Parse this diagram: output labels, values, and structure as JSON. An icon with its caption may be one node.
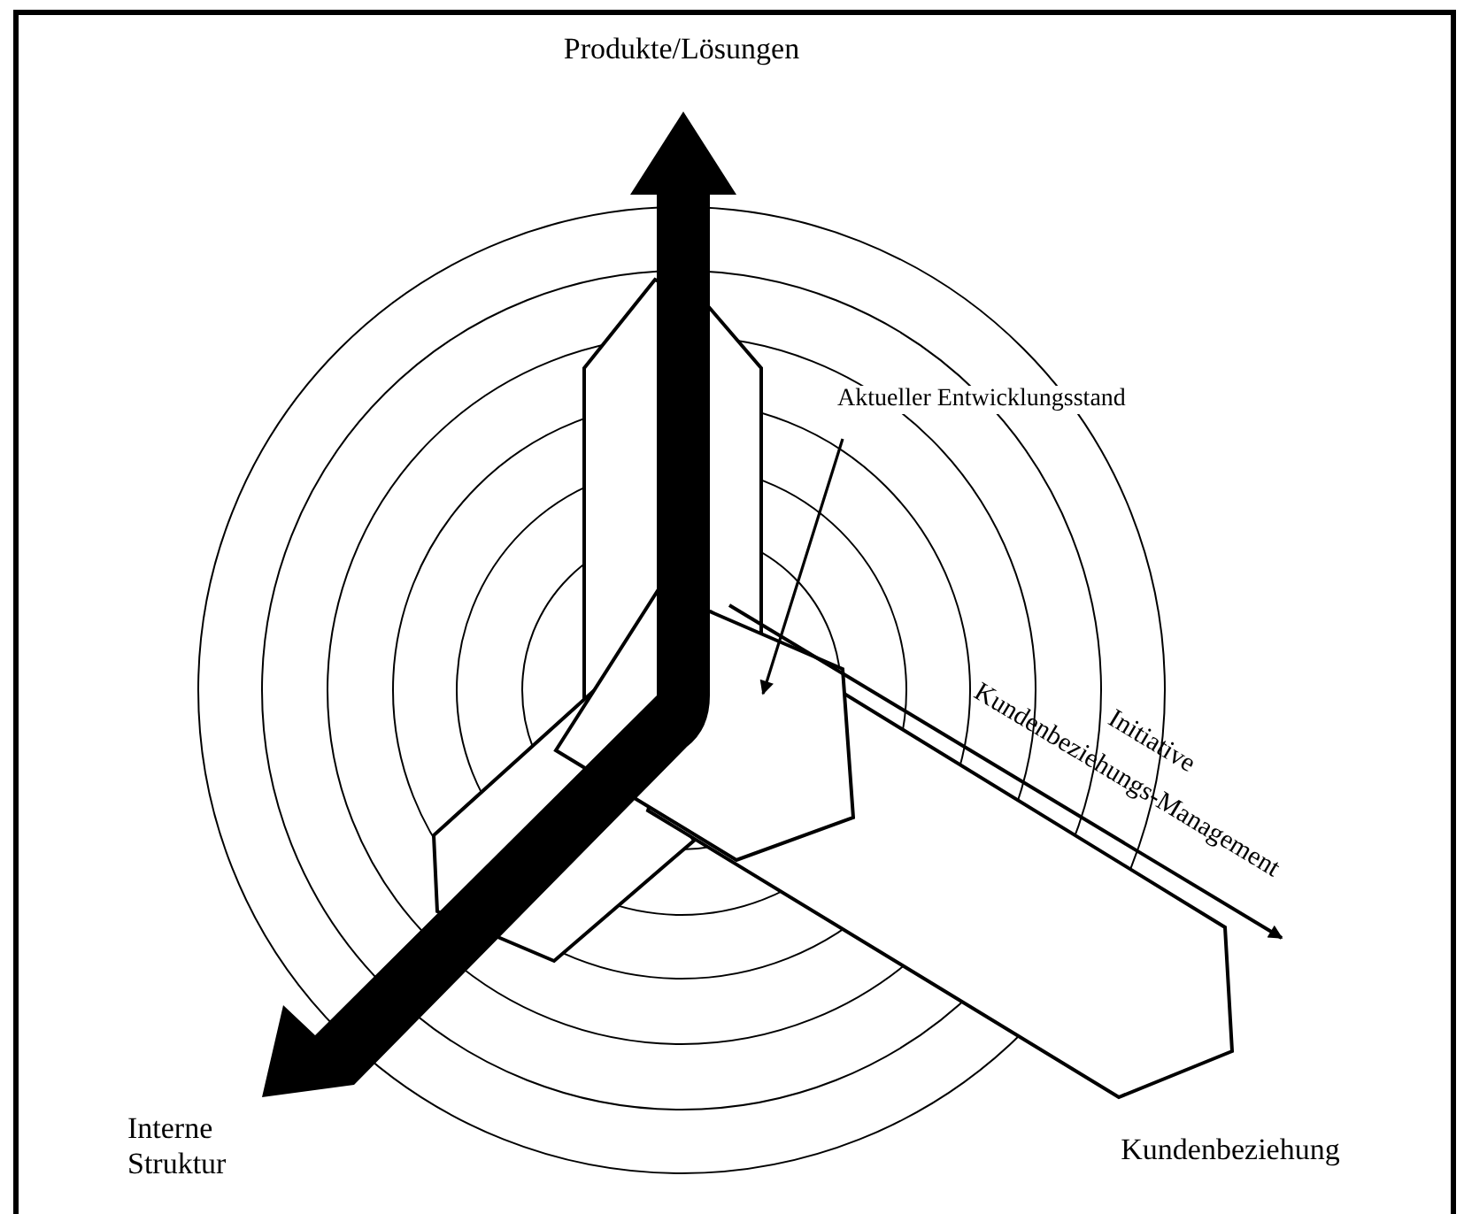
{
  "diagram": {
    "nodes": [
      {
        "text": [
          "Aktueller Entwicklungsstand"
        ]
      },
      {
        "text": [],
        "shape": "hexagon"
      }
    ],
    "edges": [
      {
        "from": 0,
        "to": 1,
        "arrow": "to"
      }
    ],
    "labels": [
      "Produkte/Lösungen",
      "Initiative",
      "Kundenbeziehungs-Management",
      "Interne Struktur",
      "Kundenbeziehung"
    ]
  }
}
